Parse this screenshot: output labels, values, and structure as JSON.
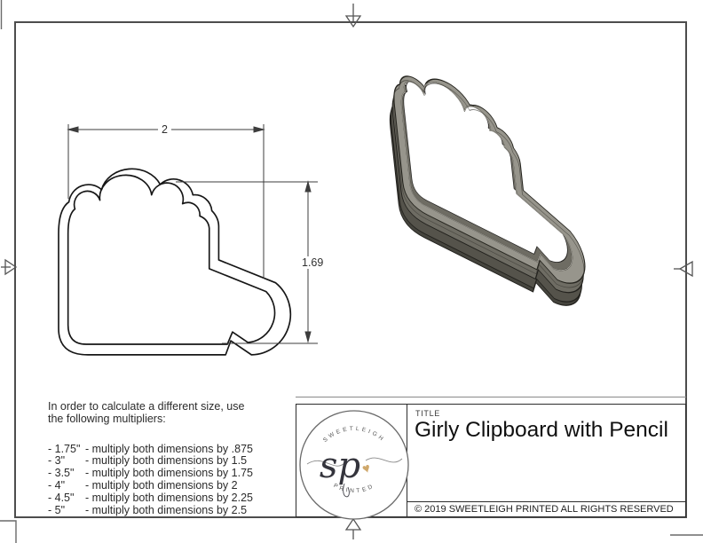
{
  "document": {
    "kind": "cookie cutter spec sheet"
  },
  "drawing": {
    "width_label": "2",
    "height_label": "1.69"
  },
  "note": {
    "intro_line1": "In order to calculate a different size, use",
    "intro_line2": "the following multipliers:",
    "multipliers": [
      {
        "size": "- 1.75\"",
        "rule": "- multiply both dimensions by .875"
      },
      {
        "size": "- 3\"",
        "rule": "- multiply both dimensions by 1.5"
      },
      {
        "size": "- 3.5\"",
        "rule": "- multiply both dimensions by 1.75"
      },
      {
        "size": "- 4\"",
        "rule": "- multiply both dimensions by 2"
      },
      {
        "size": "- 4.5\"",
        "rule": "- multiply both dimensions by 2.25"
      },
      {
        "size": "- 5\"",
        "rule": "- multiply both dimensions by 2.5"
      }
    ]
  },
  "title_block": {
    "title_label": "TITLE",
    "title": "Girly Clipboard with Pencil",
    "copyright": "© 2019  SWEETLEIGH PRINTED  ALL RIGHTS RESERVED",
    "logo": {
      "arc_top": "SWEETLEIGH",
      "arc_bottom": "PRINTED",
      "monogram": "sp",
      "heart": "♥",
      "heart_color": "#cfa86b"
    }
  },
  "colors": {
    "ink": "#1a1a1a",
    "frame": "#4d4d4d",
    "dimension": "#3c3c3c",
    "render_rim": "#97958c",
    "render_wall": "#6e6c63",
    "render_base": "#55534b"
  }
}
